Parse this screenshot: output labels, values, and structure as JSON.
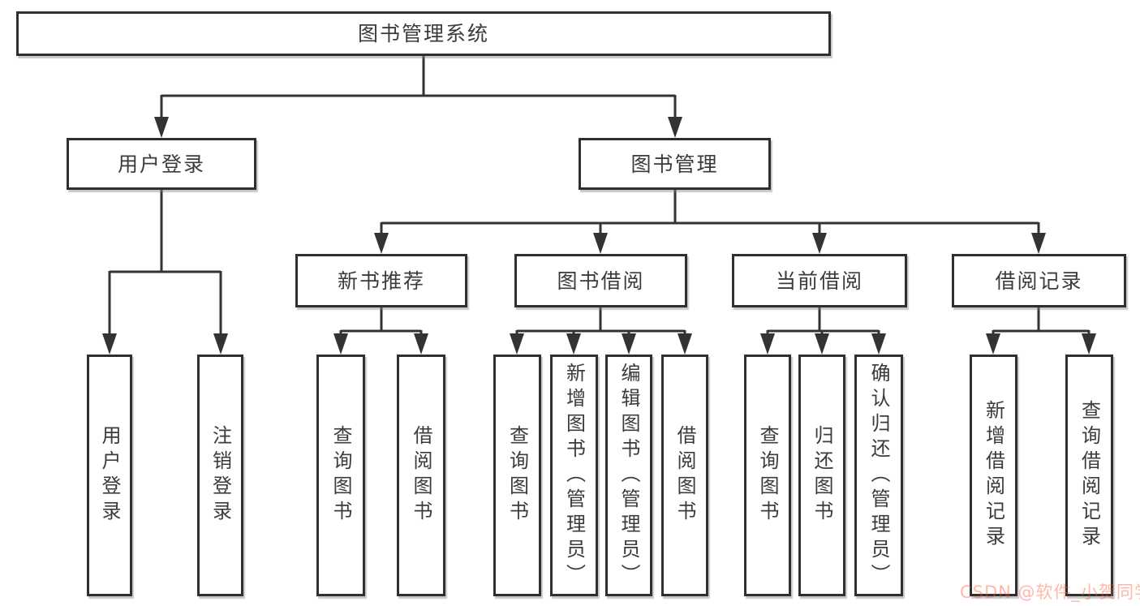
{
  "diagram": {
    "root": {
      "label": "图书管理系统"
    },
    "branches": [
      {
        "label": "用户登录",
        "children": [
          {
            "label": "用户登录"
          },
          {
            "label": "注销登录"
          }
        ]
      },
      {
        "label": "图书管理",
        "children": [
          {
            "label": "新书推荐",
            "children": [
              {
                "label": "查询图书"
              },
              {
                "label": "借阅图书"
              }
            ]
          },
          {
            "label": "图书借阅",
            "children": [
              {
                "label": "查询图书"
              },
              {
                "label": "新增图书（管理员）"
              },
              {
                "label": "编辑图书（管理员）"
              },
              {
                "label": "借阅图书"
              }
            ]
          },
          {
            "label": "当前借阅",
            "children": [
              {
                "label": "查询图书"
              },
              {
                "label": "归还图书"
              },
              {
                "label": "确认归还（管理员）"
              }
            ]
          },
          {
            "label": "借阅记录",
            "children": [
              {
                "label": "新增借阅记录"
              },
              {
                "label": "查询借阅记录"
              }
            ]
          }
        ]
      }
    ]
  },
  "watermark": {
    "text": "CSDN @软件_小贺同学"
  },
  "colors": {
    "background": "#ffffff",
    "line": "#333333",
    "box_border": "#2f2f2f",
    "text": "#3b3b3b",
    "watermark": "#fc5531"
  }
}
